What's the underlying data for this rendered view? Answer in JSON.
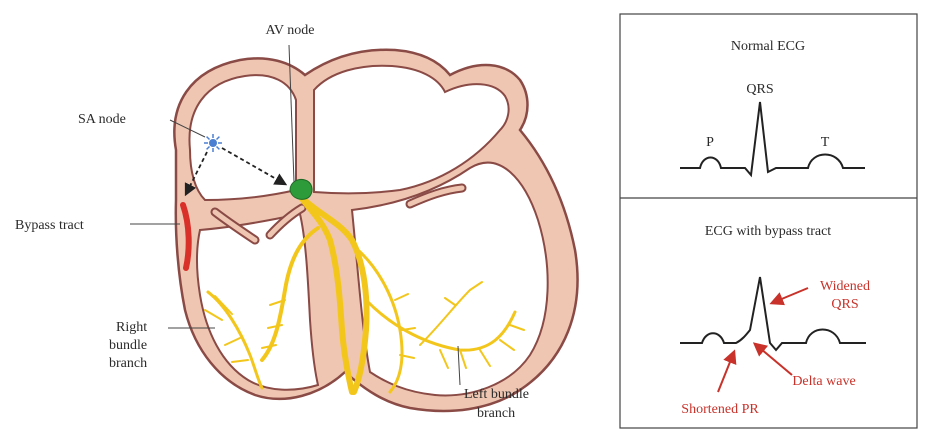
{
  "labels": {
    "av_node": "AV node",
    "sa_node": "SA node",
    "bypass_tract": "Bypass tract",
    "right_bundle_branch": [
      "Right",
      "bundle",
      "branch"
    ],
    "left_bundle_branch": [
      "Left bundle",
      "branch"
    ]
  },
  "normal_ecg": {
    "title": "Normal ECG",
    "p": "P",
    "qrs": "QRS",
    "t": "T"
  },
  "bypass_ecg": {
    "title": "ECG with bypass tract",
    "widened_qrs": [
      "Widened",
      "QRS"
    ],
    "delta_wave": "Delta wave",
    "shortened_pr": "Shortened PR"
  },
  "colors": {
    "heart_fill": "#efc6b2",
    "heart_outline": "#8a4a45",
    "conduction": "#f3c61c",
    "av_node": "#2e9b3a",
    "sa_node": "#4a7fd1",
    "bypass": "#d9302a",
    "annotation_red": "#c8322a"
  }
}
